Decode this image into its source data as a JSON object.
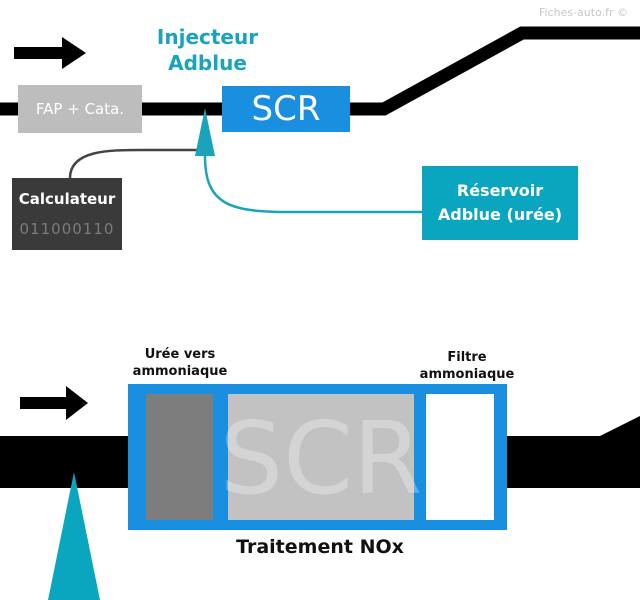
{
  "watermark": "Fiches-auto.fr ©",
  "top_diagram": {
    "injector_label": "Injecteur\nAdblue",
    "fap_label": "FAP + Cata.",
    "scr_label": "SCR",
    "calculator_title": "Calculateur",
    "calculator_binary": "011000110",
    "tank_label": "Réservoir\nAdblue (urée)"
  },
  "bottom_diagram": {
    "urea_label": "Urée vers\nammoniaque",
    "filter_label": "Filtre\nammoniaque",
    "scr_label": "SCR",
    "caption": "Traitement NOx"
  },
  "colors": {
    "accent_blue": "#1a8fe0",
    "teal": "#0aa6bf",
    "dark": "#3a3a3a",
    "grey": "#bdbdbd",
    "pipe": "#000000"
  }
}
